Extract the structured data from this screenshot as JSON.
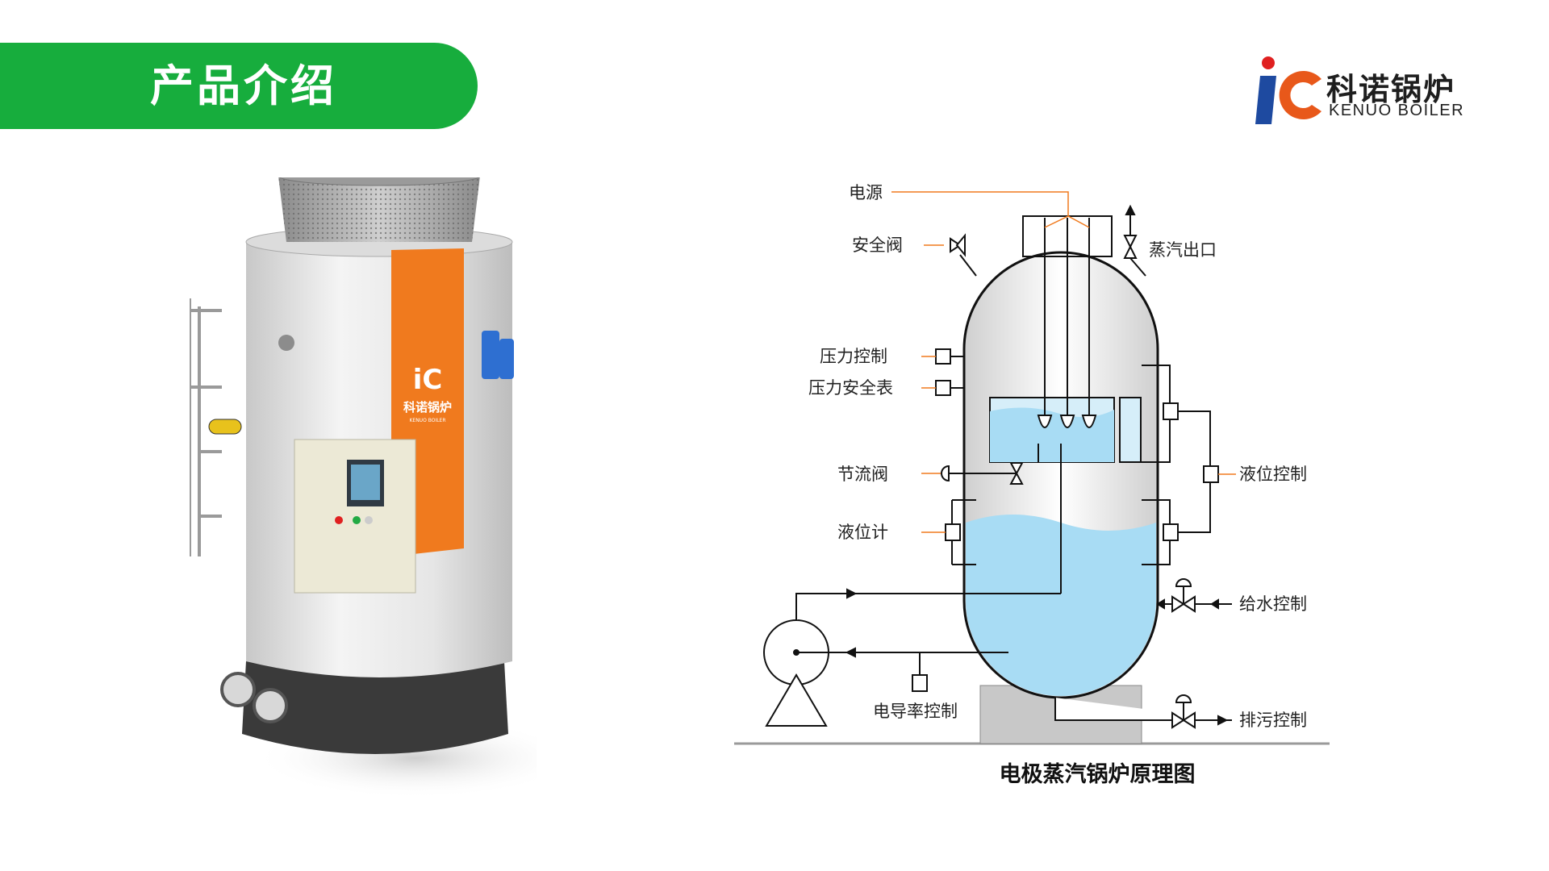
{
  "header": {
    "title": "产品介绍",
    "accent_color": "#17ad3d"
  },
  "logo": {
    "name_cn": "科诺锅炉",
    "name_en": "KENUO BOILER",
    "mark_icon": "kc-logo-mark",
    "colors": [
      "#1e4aa0",
      "#e8581a",
      "#e02020"
    ]
  },
  "product_image": {
    "brand_cn": "科诺锅炉",
    "brand_en": "KENUO BOILER",
    "panel_color": "#f07a1e"
  },
  "diagram": {
    "labels": {
      "power": "电源",
      "safety_valve": "安全阀",
      "steam_outlet": "蒸汽出口",
      "pressure_control": "压力控制",
      "pressure_gauge": "压力安全表",
      "throttle_valve": "节流阀",
      "level_gauge": "液位计",
      "level_control": "液位控制",
      "feed_control": "给水控制",
      "conductivity_control": "电导率控制",
      "blowdown_control": "排污控制"
    },
    "caption": "电极蒸汽锅炉原理图",
    "water_color": "#a8dcf4",
    "leader_color": "#f07a1e"
  }
}
